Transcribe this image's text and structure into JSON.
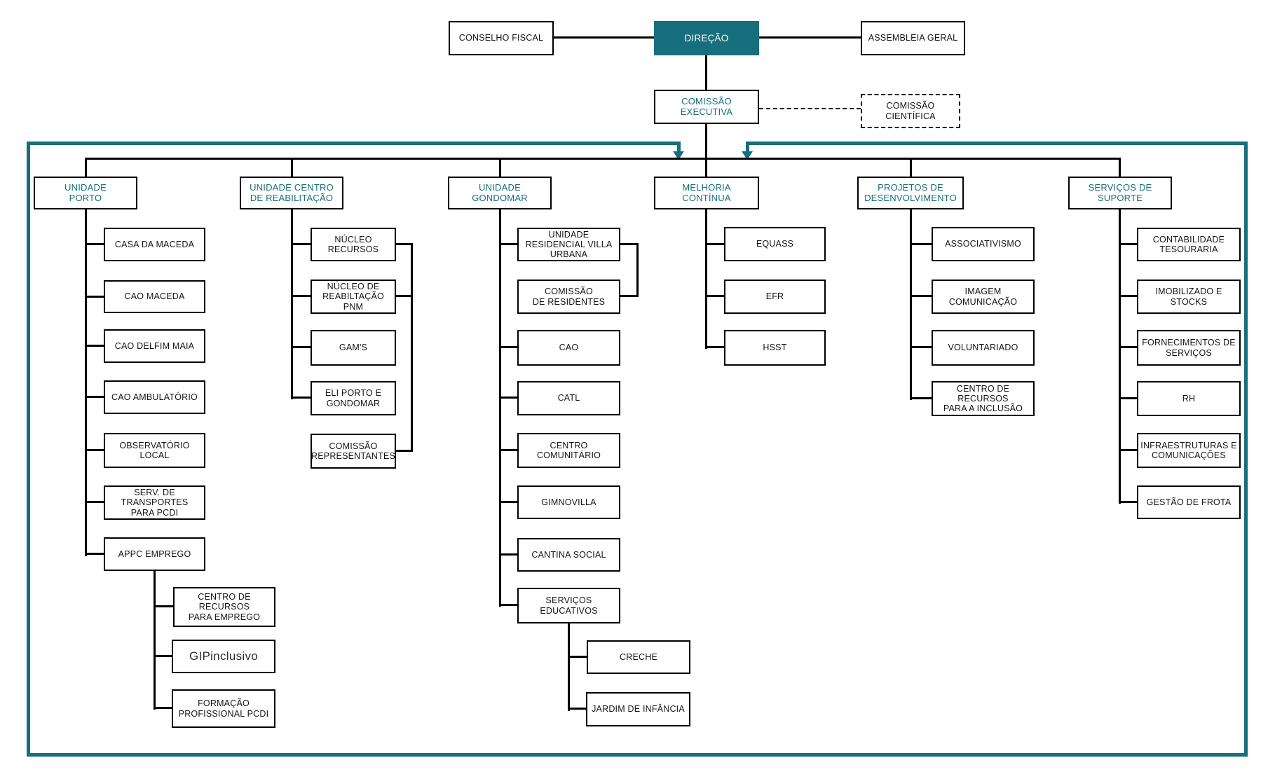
{
  "colors": {
    "teal": "#176E7C",
    "line": "#000000",
    "box_text": "#141414",
    "background": "#FFFFFF"
  },
  "top": {
    "conselho_fiscal": "CONSELHO FISCAL",
    "direcao": "DIREÇÃO",
    "assembleia_geral": "ASSEMBLEIA GERAL",
    "comissao_executiva": "COMISSÃO\nEXECUTIVA",
    "comissao_cientifica": "COMISSÃO\nCIENTÍFICA"
  },
  "columns": [
    {
      "header": "UNIDADE\nPORTO",
      "children": [
        "CASA DA MACEDA",
        "CAO MACEDA",
        "CAO DELFIM MAIA",
        "CAO AMBULATÓRIO",
        "OBSERVATÓRIO\nLOCAL",
        "SERV. DE\nTRANSPORTES\nPARA PCDI",
        "APPC EMPREGO"
      ],
      "subchildren": [
        "CENTRO DE\nRECURSOS\nPARA EMPREGO",
        "GIPinclusivo",
        "FORMAÇÃO\nPROFISSIONAL PCDI"
      ]
    },
    {
      "header": "UNIDADE CENTRO\nDE REABILITAÇÃO",
      "children": [
        "NÚCLEO\nRECURSOS",
        "NÚCLEO DE\nREABILTAÇÃO\nPNM",
        "GAM'S",
        "ELI PORTO E\nGONDOMAR",
        "COMISSÃO\nREPRESENTANTES"
      ]
    },
    {
      "header": "UNIDADE\nGONDOMAR",
      "children": [
        "UNIDADE\nRESIDENCIAL VILLA\nURBANA",
        "COMISSÃO\nDE RESIDENTES",
        "CAO",
        "CATL",
        "CENTRO\nCOMUNITÁRIO",
        "GIMNOVILLA",
        "CANTINA SOCIAL",
        "SERVIÇOS\nEDUCATIVOS"
      ],
      "subchildren": [
        "CRECHE",
        "JARDIM DE INFÂNCIA"
      ]
    },
    {
      "header": "MELHORIA\nCONTÍNUA",
      "children": [
        "EQUASS",
        "EFR",
        "HSST"
      ]
    },
    {
      "header": "PROJETOS DE\nDESENVOLVIMENTO",
      "children": [
        "ASSOCIATIVISMO",
        "IMAGEM\nCOMUNICAÇÃO",
        "VOLUNTARIADO",
        "CENTRO DE\nRECURSOS\nPARA A INCLUSÃO"
      ]
    },
    {
      "header": "SERVIÇOS DE\nSUPORTE",
      "children": [
        "CONTABILIDADE\nTESOURARIA",
        "IMOBILIZADO E\nSTOCKS",
        "FORNECIMENTOS DE\nSERVIÇOS",
        "RH",
        "INFRAESTRUTURAS E\nCOMUNICAÇÕES",
        "GESTÃO DE FROTA"
      ]
    }
  ]
}
